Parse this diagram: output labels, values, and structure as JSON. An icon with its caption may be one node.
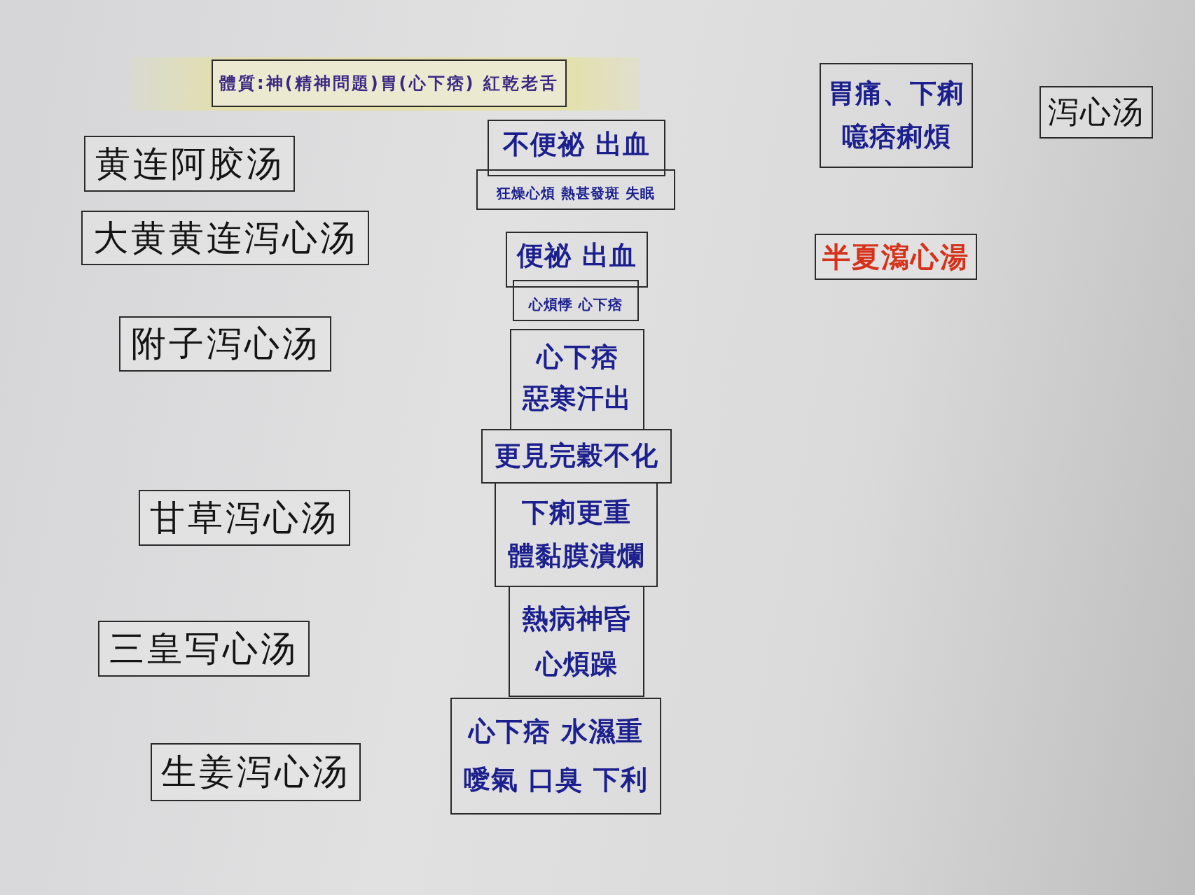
{
  "diagram": {
    "nodes": [
      {
        "text": [
          "體質:神(精神問題)胃(心下痞) 紅乾老舌"
        ]
      },
      {
        "text": [
          "黄连阿胶汤"
        ]
      },
      {
        "text": [
          "大黄黄连泻心汤"
        ]
      },
      {
        "text": [
          "附子泻心汤"
        ]
      },
      {
        "text": [
          "甘草泻心汤"
        ]
      },
      {
        "text": [
          "三皇写心汤"
        ]
      },
      {
        "text": [
          "生姜泻心汤"
        ]
      },
      {
        "text": [
          "不便祕 出血"
        ]
      },
      {
        "text": [
          "狂燥心煩 熱甚發斑 失眠"
        ]
      },
      {
        "text": [
          "便祕 出血"
        ]
      },
      {
        "text": [
          "心煩悸 心下痞"
        ]
      },
      {
        "text": [
          "心下痞",
          "惡寒汗出"
        ]
      },
      {
        "text": [
          "更見完穀不化"
        ]
      },
      {
        "text": [
          "下痢更重",
          "體黏膜潰爛"
        ]
      },
      {
        "text": [
          "熱病神昏",
          "心煩躁"
        ]
      },
      {
        "text": [
          "心下痞 水濕重",
          "噯氣 口臭 下利"
        ]
      },
      {
        "text": [
          "胃痛、下痢",
          "噫痞痢煩"
        ]
      },
      {
        "text": [
          "泻心汤"
        ]
      },
      {
        "text": [
          "半夏瀉心湯"
        ]
      }
    ]
  }
}
